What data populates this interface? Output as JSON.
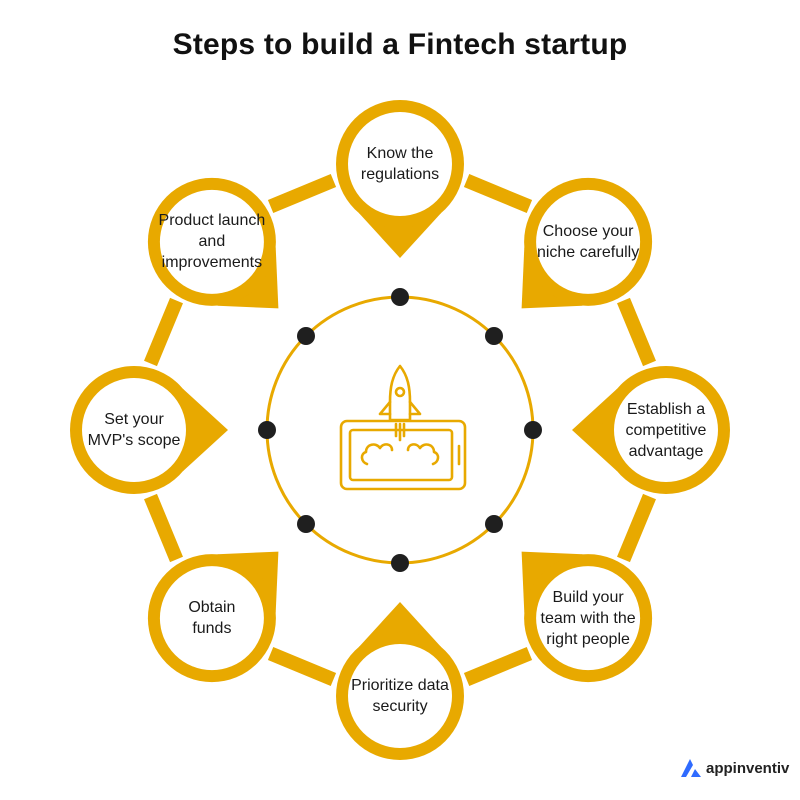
{
  "title": "Steps to build a Fintech startup",
  "accent_color": "#E8A900",
  "dot_color": "#1f1f1f",
  "center_icon": "rocket-launch-from-phone-icon",
  "steps": [
    {
      "name": "know-the-regulations",
      "lines": [
        "Know the",
        "regulations"
      ]
    },
    {
      "name": "choose-your-niche-carefully",
      "lines": [
        "Choose your",
        "niche carefully"
      ]
    },
    {
      "name": "establish-a-competitive-advantage",
      "lines": [
        "Establish a",
        "competitive",
        "advantage"
      ]
    },
    {
      "name": "build-your-team",
      "lines": [
        "Build your",
        "team with the",
        "right people"
      ]
    },
    {
      "name": "prioritize-data-security",
      "lines": [
        "Prioritize data",
        "security"
      ]
    },
    {
      "name": "obtain-funds",
      "lines": [
        "Obtain",
        "funds"
      ]
    },
    {
      "name": "set-your-mvp-scope",
      "lines": [
        "Set your",
        "MVP's scope"
      ]
    },
    {
      "name": "product-launch-and-improvements",
      "lines": [
        "Product launch",
        "and",
        "improvements"
      ]
    }
  ],
  "brand": {
    "name": "appinventiv",
    "logo_icon": "appinventiv-logo-icon"
  }
}
